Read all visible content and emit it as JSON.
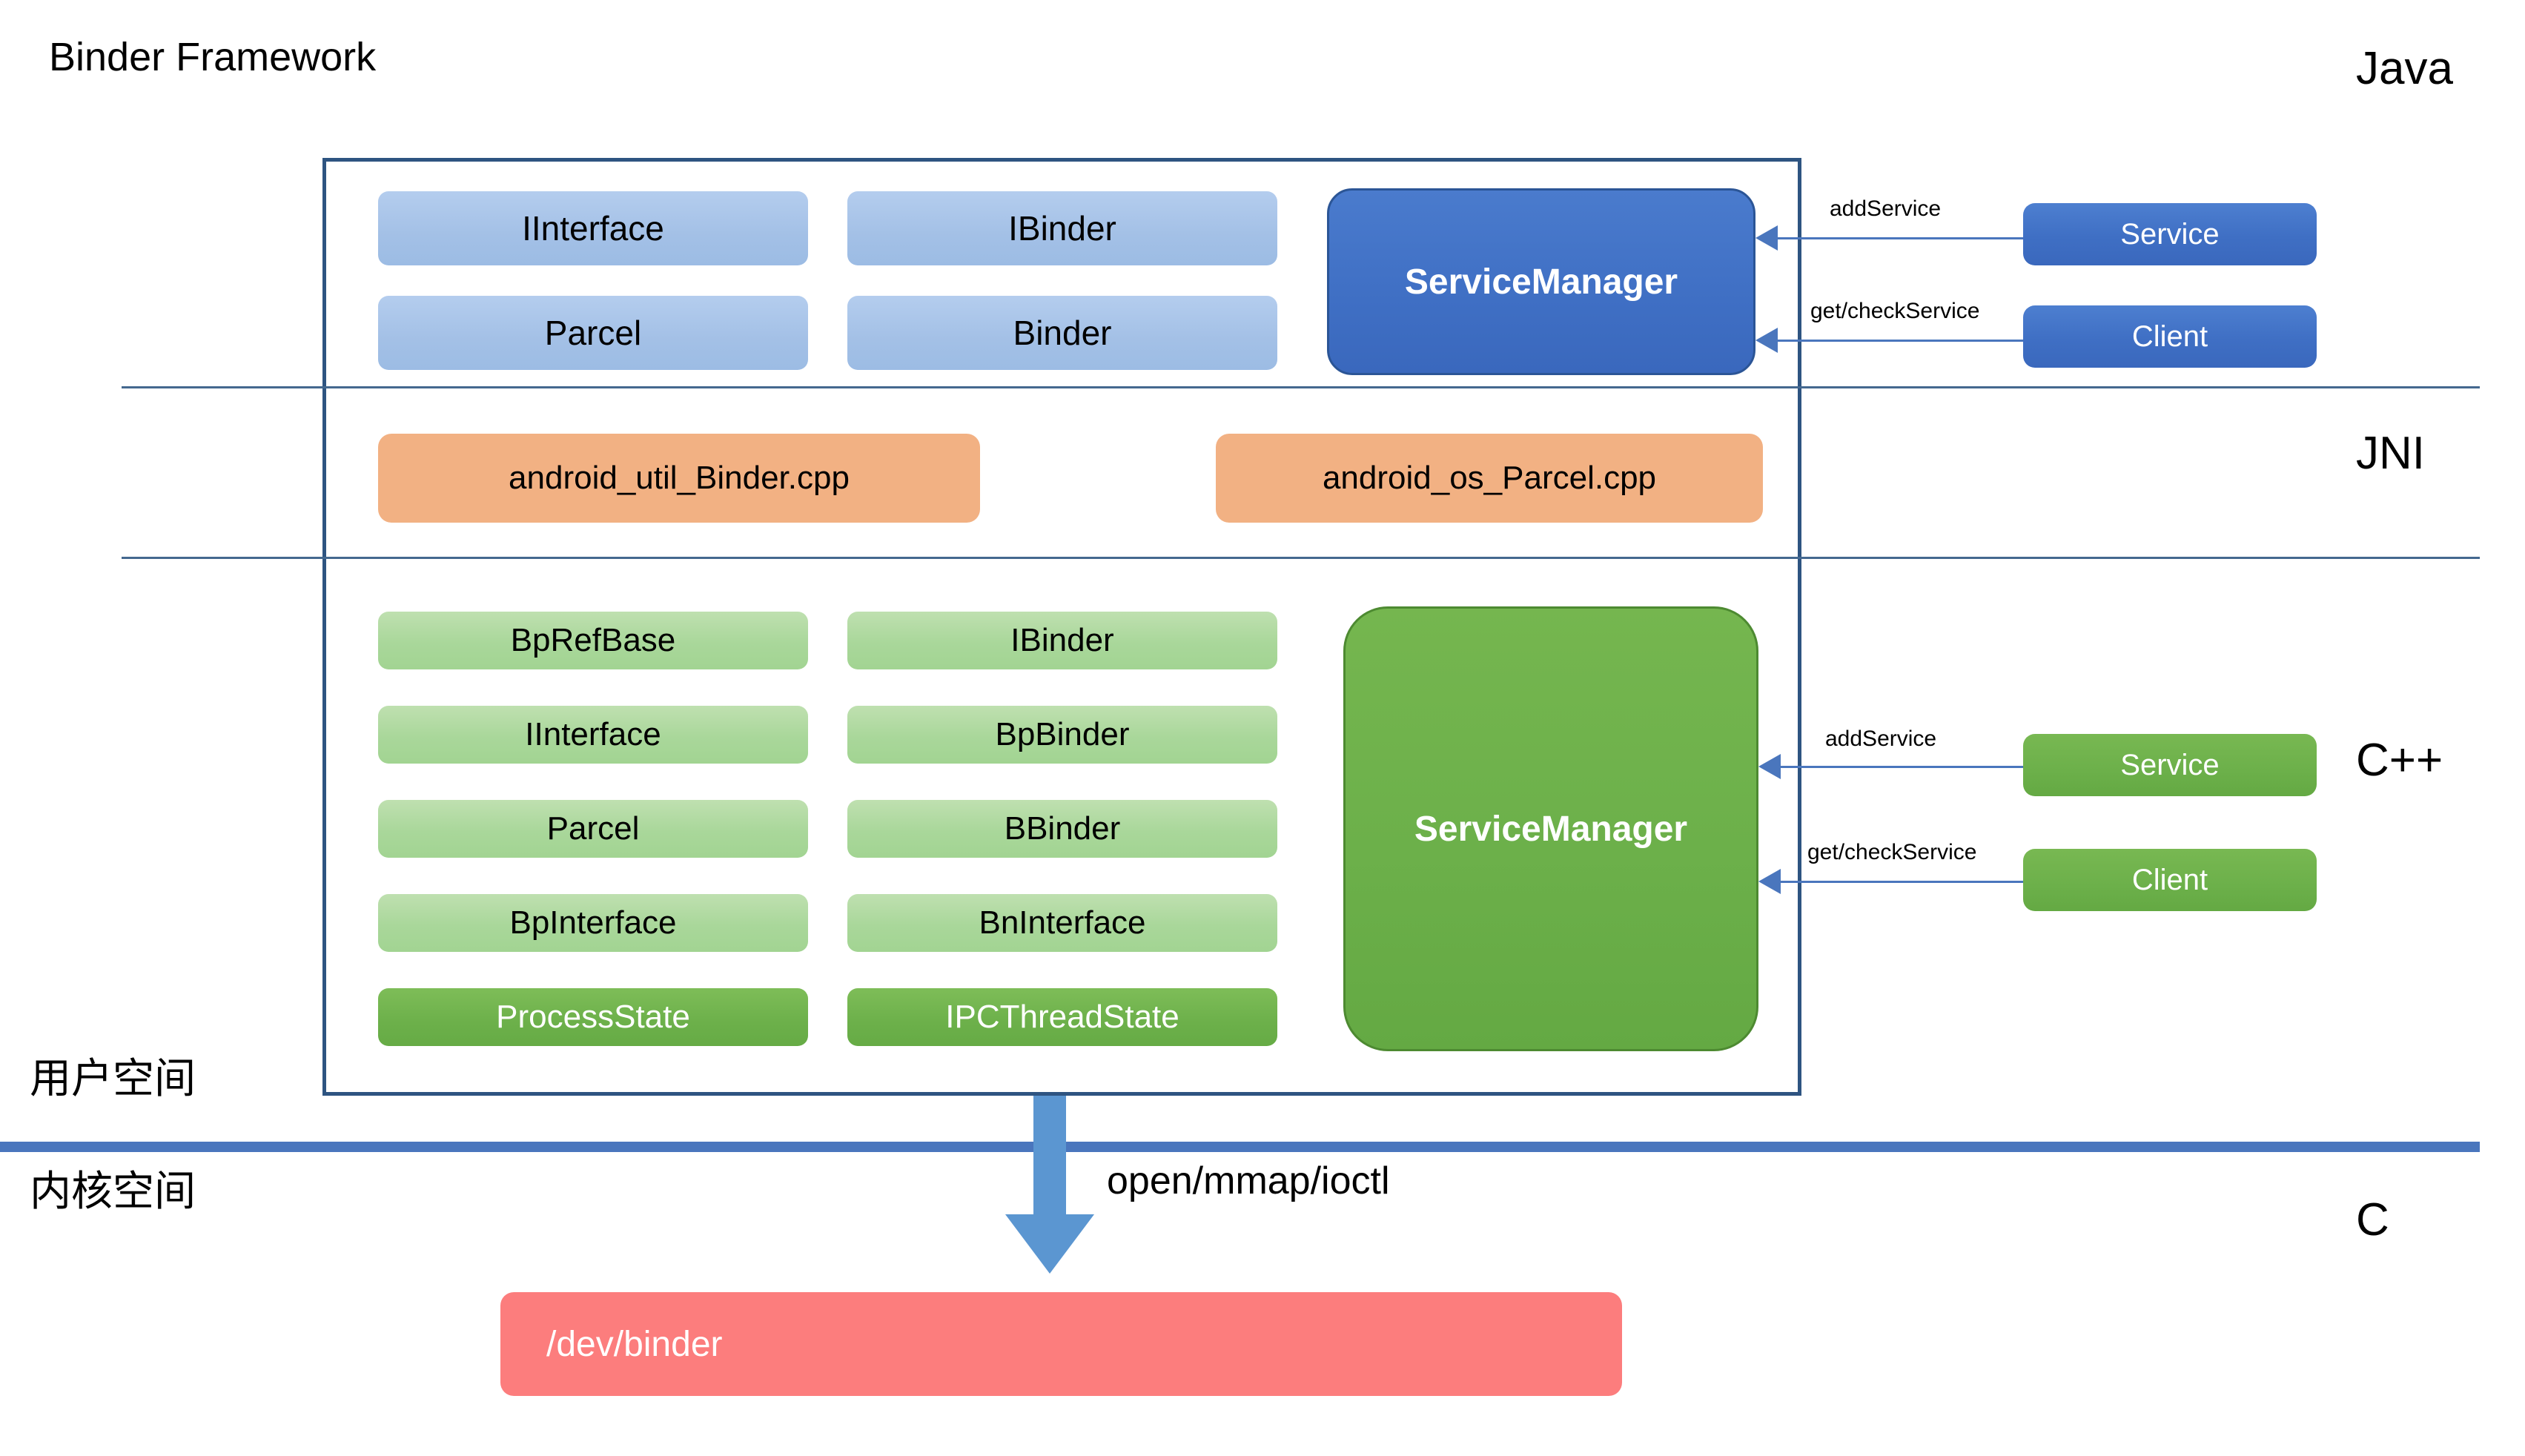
{
  "page": {
    "title": "Binder Framework"
  },
  "lang_labels": [
    {
      "id": "java",
      "text": "Java"
    },
    {
      "id": "jni",
      "text": "JNI"
    },
    {
      "id": "cpp",
      "text": "C++"
    },
    {
      "id": "c",
      "text": "C"
    }
  ],
  "space_labels": {
    "user": "用户空间",
    "kernel": "内核空间"
  },
  "java_layer": {
    "left_column": [
      {
        "label": "IInterface"
      },
      {
        "label": "Parcel"
      }
    ],
    "right_column": [
      {
        "label": "IBinder"
      },
      {
        "label": "Binder"
      }
    ],
    "service_manager": "ServiceManager",
    "actors": [
      {
        "label": "Service"
      },
      {
        "label": "Client"
      }
    ],
    "arrows": [
      {
        "label": "addService"
      },
      {
        "label": "get/checkService"
      }
    ]
  },
  "jni_layer": {
    "boxes": [
      {
        "label": "android_util_Binder.cpp"
      },
      {
        "label": "android_os_Parcel.cpp"
      }
    ]
  },
  "cpp_layer": {
    "left_column": [
      {
        "label": "BpRefBase",
        "emphasis": false
      },
      {
        "label": "IInterface",
        "emphasis": false
      },
      {
        "label": "Parcel",
        "emphasis": false
      },
      {
        "label": "BpInterface",
        "emphasis": false
      },
      {
        "label": "ProcessState",
        "emphasis": true
      }
    ],
    "right_column": [
      {
        "label": "IBinder",
        "emphasis": false
      },
      {
        "label": "BpBinder",
        "emphasis": false
      },
      {
        "label": "BBinder",
        "emphasis": false
      },
      {
        "label": "BnInterface",
        "emphasis": false
      },
      {
        "label": "IPCThreadState",
        "emphasis": true
      }
    ],
    "service_manager": "ServiceManager",
    "actors": [
      {
        "label": "Service"
      },
      {
        "label": "Client"
      }
    ],
    "arrows": [
      {
        "label": "addService"
      },
      {
        "label": "get/checkService"
      }
    ]
  },
  "kernel_layer": {
    "syscall_label": "open/mmap/ioctl",
    "device": "/dev/binder"
  },
  "colors": {
    "border_dark_blue": "#2e5481",
    "divider_blue": "#44688f",
    "thick_line_blue": "#4a76bd",
    "java_light_blue": "#a3c0e6",
    "java_dark_blue": "#3f6fc4",
    "jni_orange": "#f2b183",
    "cpp_light_green": "#a9d79a",
    "cpp_dark_green": "#6cb04a",
    "kernel_red": "#fc7d7d"
  }
}
